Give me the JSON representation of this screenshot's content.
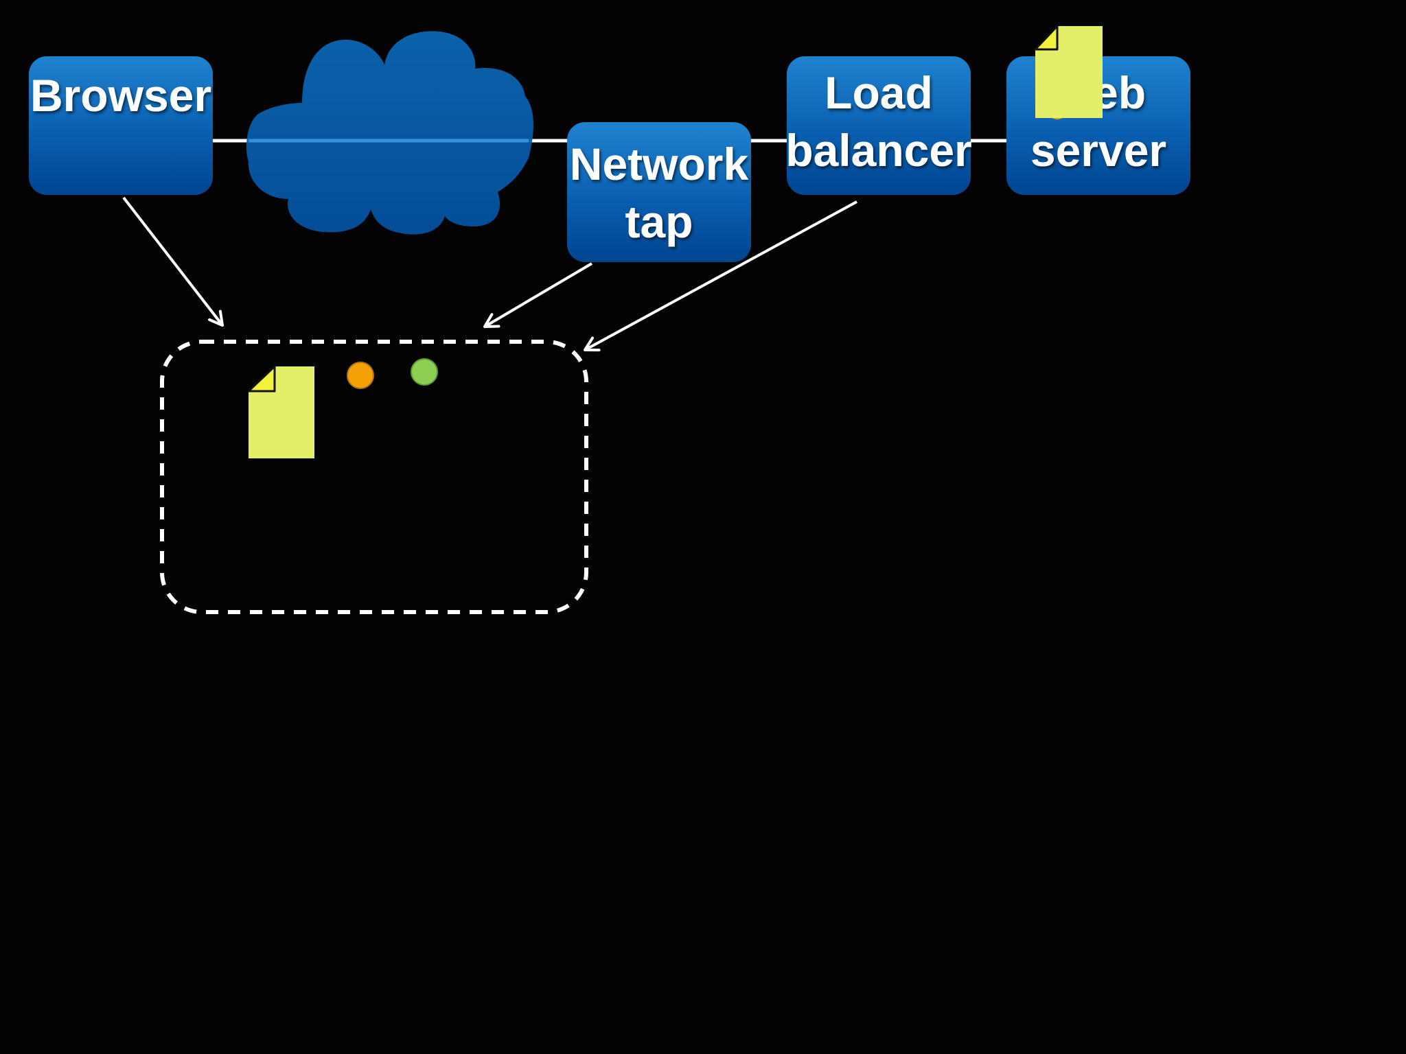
{
  "diagram": {
    "colors": {
      "background": "#030304",
      "box_top": "#1f83cf",
      "box_bottom": "#004590",
      "cloud": "#0a63ad",
      "line": "#ffffff",
      "document": "#e4ef69",
      "document_fold": "#f2f23a",
      "dot_orange": "#f4a106",
      "dot_green": "#8ccf52"
    },
    "nodes": {
      "browser": {
        "label": "Browser"
      },
      "network_tap": {
        "line1": "Network",
        "line2": "tap"
      },
      "load_balancer": {
        "line1": "Load",
        "line2": "balancer"
      },
      "web_server": {
        "line1": "Web",
        "line2": "server"
      }
    },
    "icons": {
      "cloud": "cloud-icon",
      "document": "document-icon",
      "collector": "dashed-rounded-box"
    }
  }
}
